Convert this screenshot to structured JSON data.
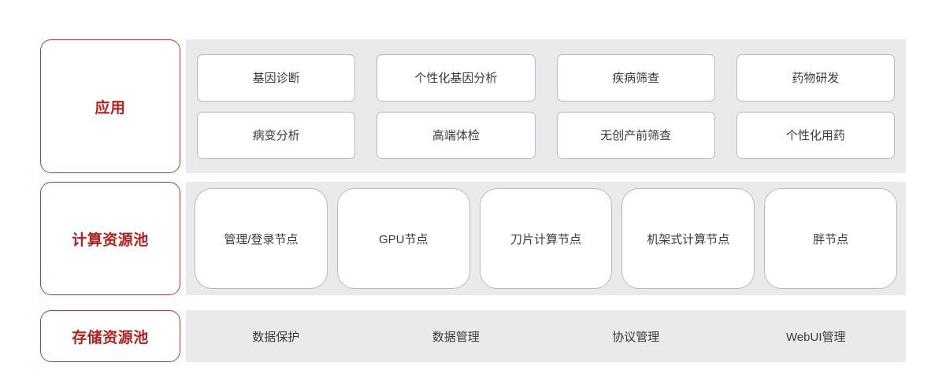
{
  "diagram": {
    "accent_color": "#b5201c",
    "panel_background": "#eaeaec",
    "box_background": "#ffffff",
    "box_border_color": "#b9b9bb",
    "text_color": "#3a3a3c",
    "tiers": [
      {
        "id": "application",
        "label": "应用",
        "items": [
          "基因诊断",
          "个性化基因分析",
          "疾病筛查",
          "药物研发",
          "病变分析",
          "高端体检",
          "无创产前筛查",
          "个性化用药"
        ]
      },
      {
        "id": "compute-pool",
        "label": "计算资源池",
        "items": [
          "管理/登录节点",
          "GPU节点",
          "刀片计算节点",
          "机架式计算节点",
          "胖节点"
        ]
      },
      {
        "id": "storage-pool",
        "label": "存储资源池",
        "items": [
          "数据保护",
          "数据管理",
          "协议管理",
          "WebUI管理"
        ]
      }
    ]
  }
}
